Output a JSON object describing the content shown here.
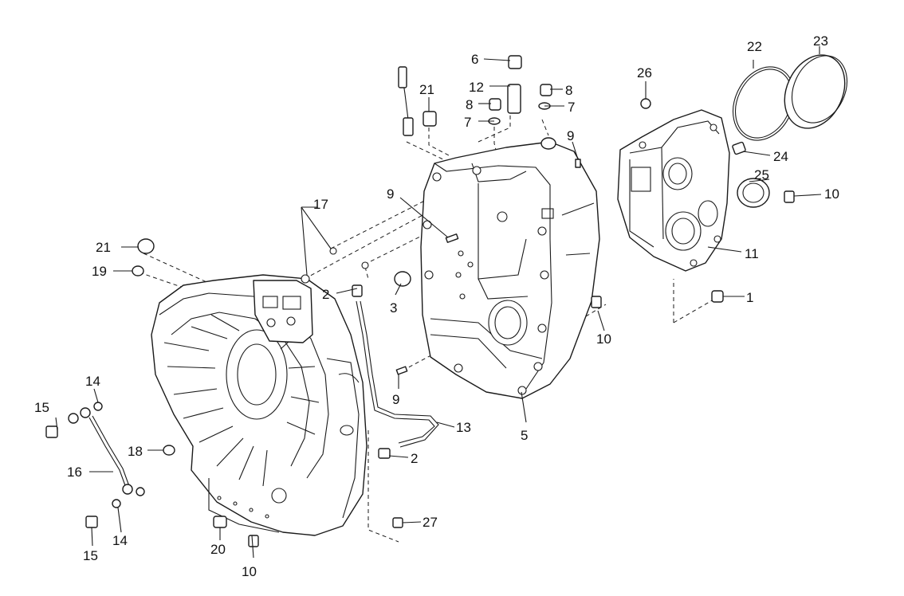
{
  "callouts": [
    {
      "label": "1"
    },
    {
      "label": "2"
    },
    {
      "label": "2"
    },
    {
      "label": "3"
    },
    {
      "label": "5"
    },
    {
      "label": "6"
    },
    {
      "label": "7"
    },
    {
      "label": "7"
    },
    {
      "label": "8"
    },
    {
      "label": "8"
    },
    {
      "label": "9"
    },
    {
      "label": "9"
    },
    {
      "label": "9"
    },
    {
      "label": "10"
    },
    {
      "label": "10"
    },
    {
      "label": "10"
    },
    {
      "label": "11"
    },
    {
      "label": "12"
    },
    {
      "label": "13"
    },
    {
      "label": "14"
    },
    {
      "label": "14"
    },
    {
      "label": "15"
    },
    {
      "label": "15"
    },
    {
      "label": "16"
    },
    {
      "label": "17"
    },
    {
      "label": "18"
    },
    {
      "label": "19"
    },
    {
      "label": "20"
    },
    {
      "label": "21"
    },
    {
      "label": "21"
    },
    {
      "label": "22"
    },
    {
      "label": "23"
    },
    {
      "label": "24"
    },
    {
      "label": "25"
    },
    {
      "label": "26"
    },
    {
      "label": "27"
    }
  ]
}
